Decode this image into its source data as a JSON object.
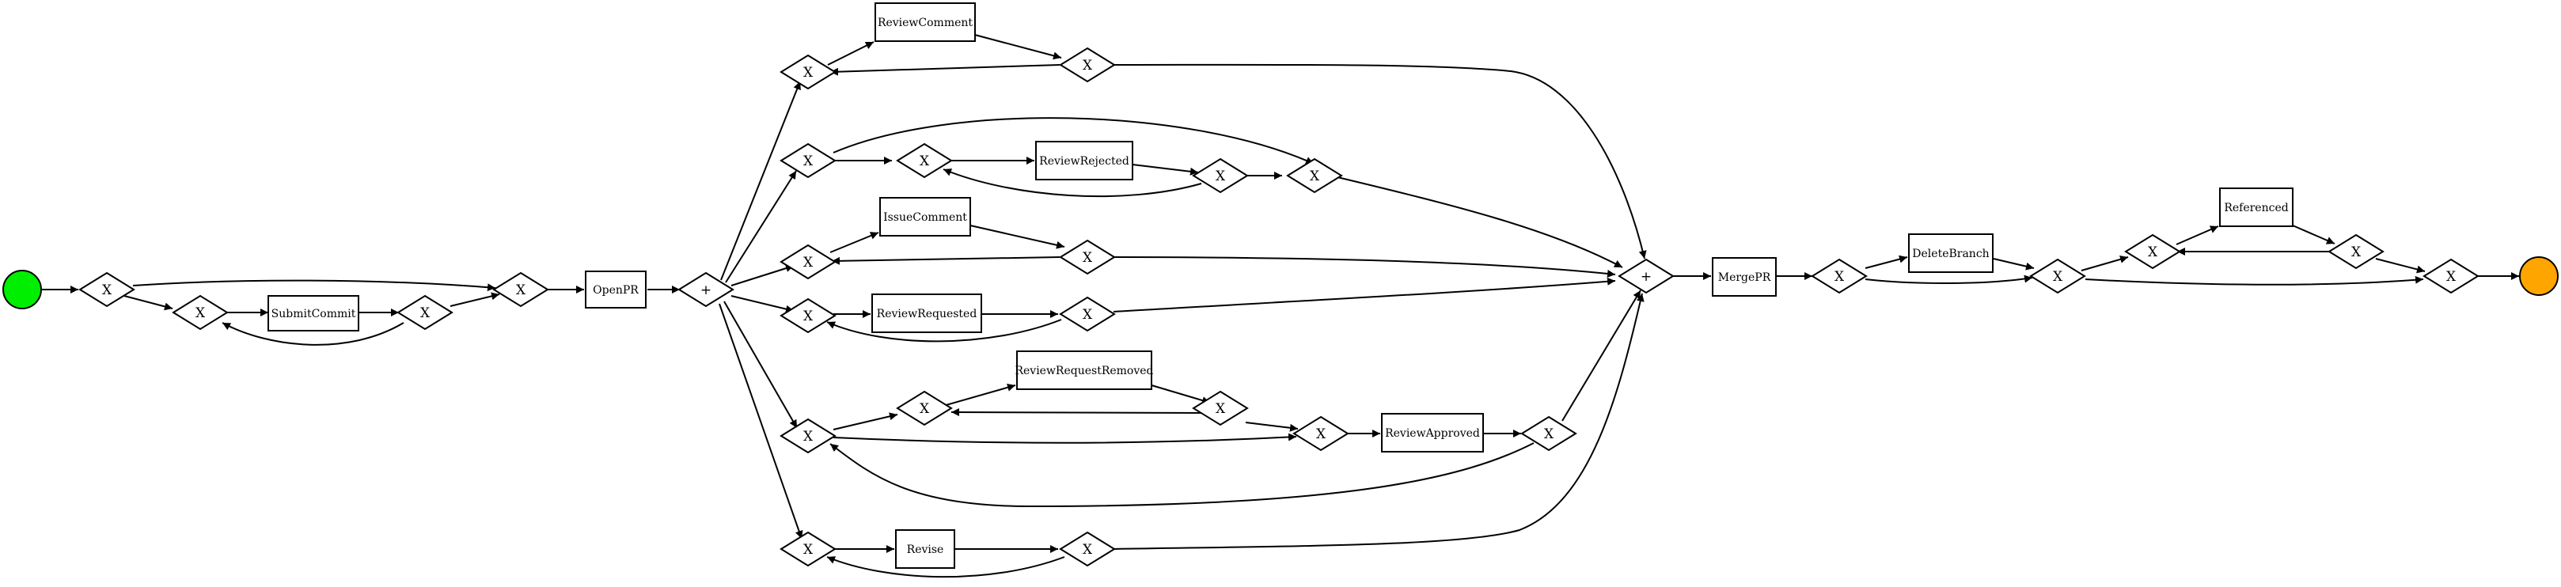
{
  "colors": {
    "start": "#00ee00",
    "end": "#ffa500",
    "stroke": "#000000"
  },
  "tasks": {
    "submit_commit": "SubmitCommit",
    "open_pr": "OpenPR",
    "review_comment": "ReviewComment",
    "review_rejected": "ReviewRejected",
    "issue_comment": "IssueComment",
    "review_requested": "ReviewRequested",
    "review_request_removed": "ReviewRequestRemoved",
    "review_approved": "ReviewApproved",
    "revise": "Revise",
    "merge_pr": "MergePR",
    "delete_branch": "DeleteBranch",
    "referenced": "Referenced"
  },
  "gateway_labels": {
    "xor": "X",
    "and": "+"
  }
}
